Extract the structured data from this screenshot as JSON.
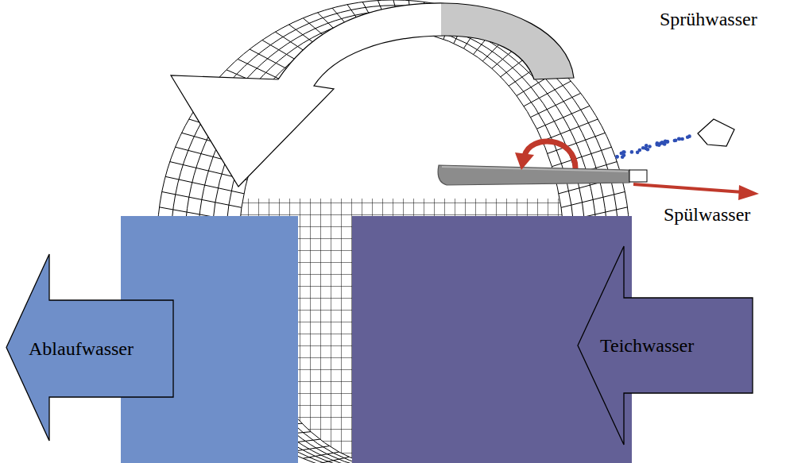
{
  "diagram": {
    "nodes": [
      {
        "text": [
          "Ablaufwasser"
        ]
      },
      {
        "text": [
          "Teichwasser"
        ]
      }
    ],
    "labels": [
      "Sprühwasser",
      "Spülwasser"
    ]
  }
}
